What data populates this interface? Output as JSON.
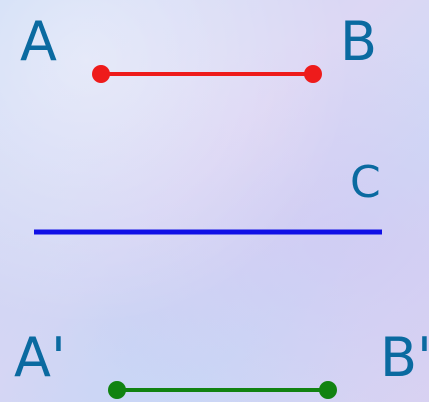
{
  "labels": {
    "a": "A",
    "b": "B",
    "c": "C",
    "a_prime": "A'",
    "b_prime": "B'"
  },
  "colors": {
    "label": "#0a6aa0",
    "segment_ab": "#ee1b1b",
    "line_c": "#1010e6",
    "segment_a_prime_b_prime": "#118311"
  }
}
